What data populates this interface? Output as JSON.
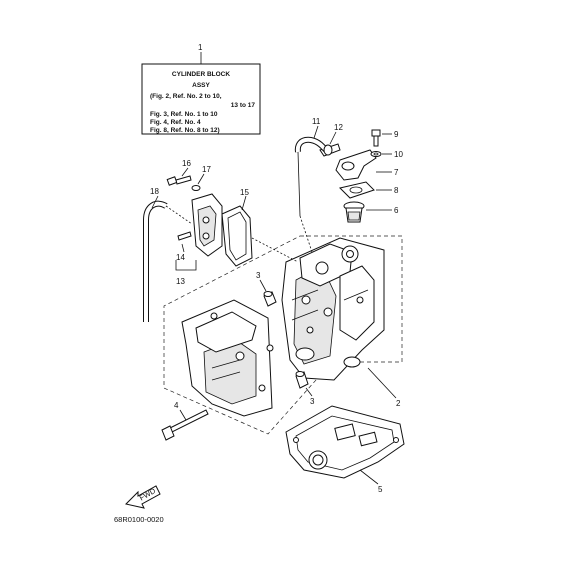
{
  "label_box": {
    "lines": [
      "CYLINDER BLOCK",
      "ASSY",
      "(Fig. 2, Ref. No. 2 to 10,",
      "13 to 17",
      "Fig. 3, Ref. No. 1 to 10",
      "Fig. 4, Ref. No. 4",
      "Fig. 8, Ref. No. 8 to 12)"
    ]
  },
  "callouts": {
    "c1": "1",
    "c2": "2",
    "c3a": "3",
    "c3b": "3",
    "c4": "4",
    "c5": "5",
    "c6": "6",
    "c7": "7",
    "c8": "8",
    "c9": "9",
    "c10": "10",
    "c11": "11",
    "c12": "12",
    "c13": "13",
    "c14": "14",
    "c15": "15",
    "c16": "16",
    "c17": "17",
    "c18": "18"
  },
  "fwd_label": "FWD",
  "diagram_code": "68R0100-0020"
}
